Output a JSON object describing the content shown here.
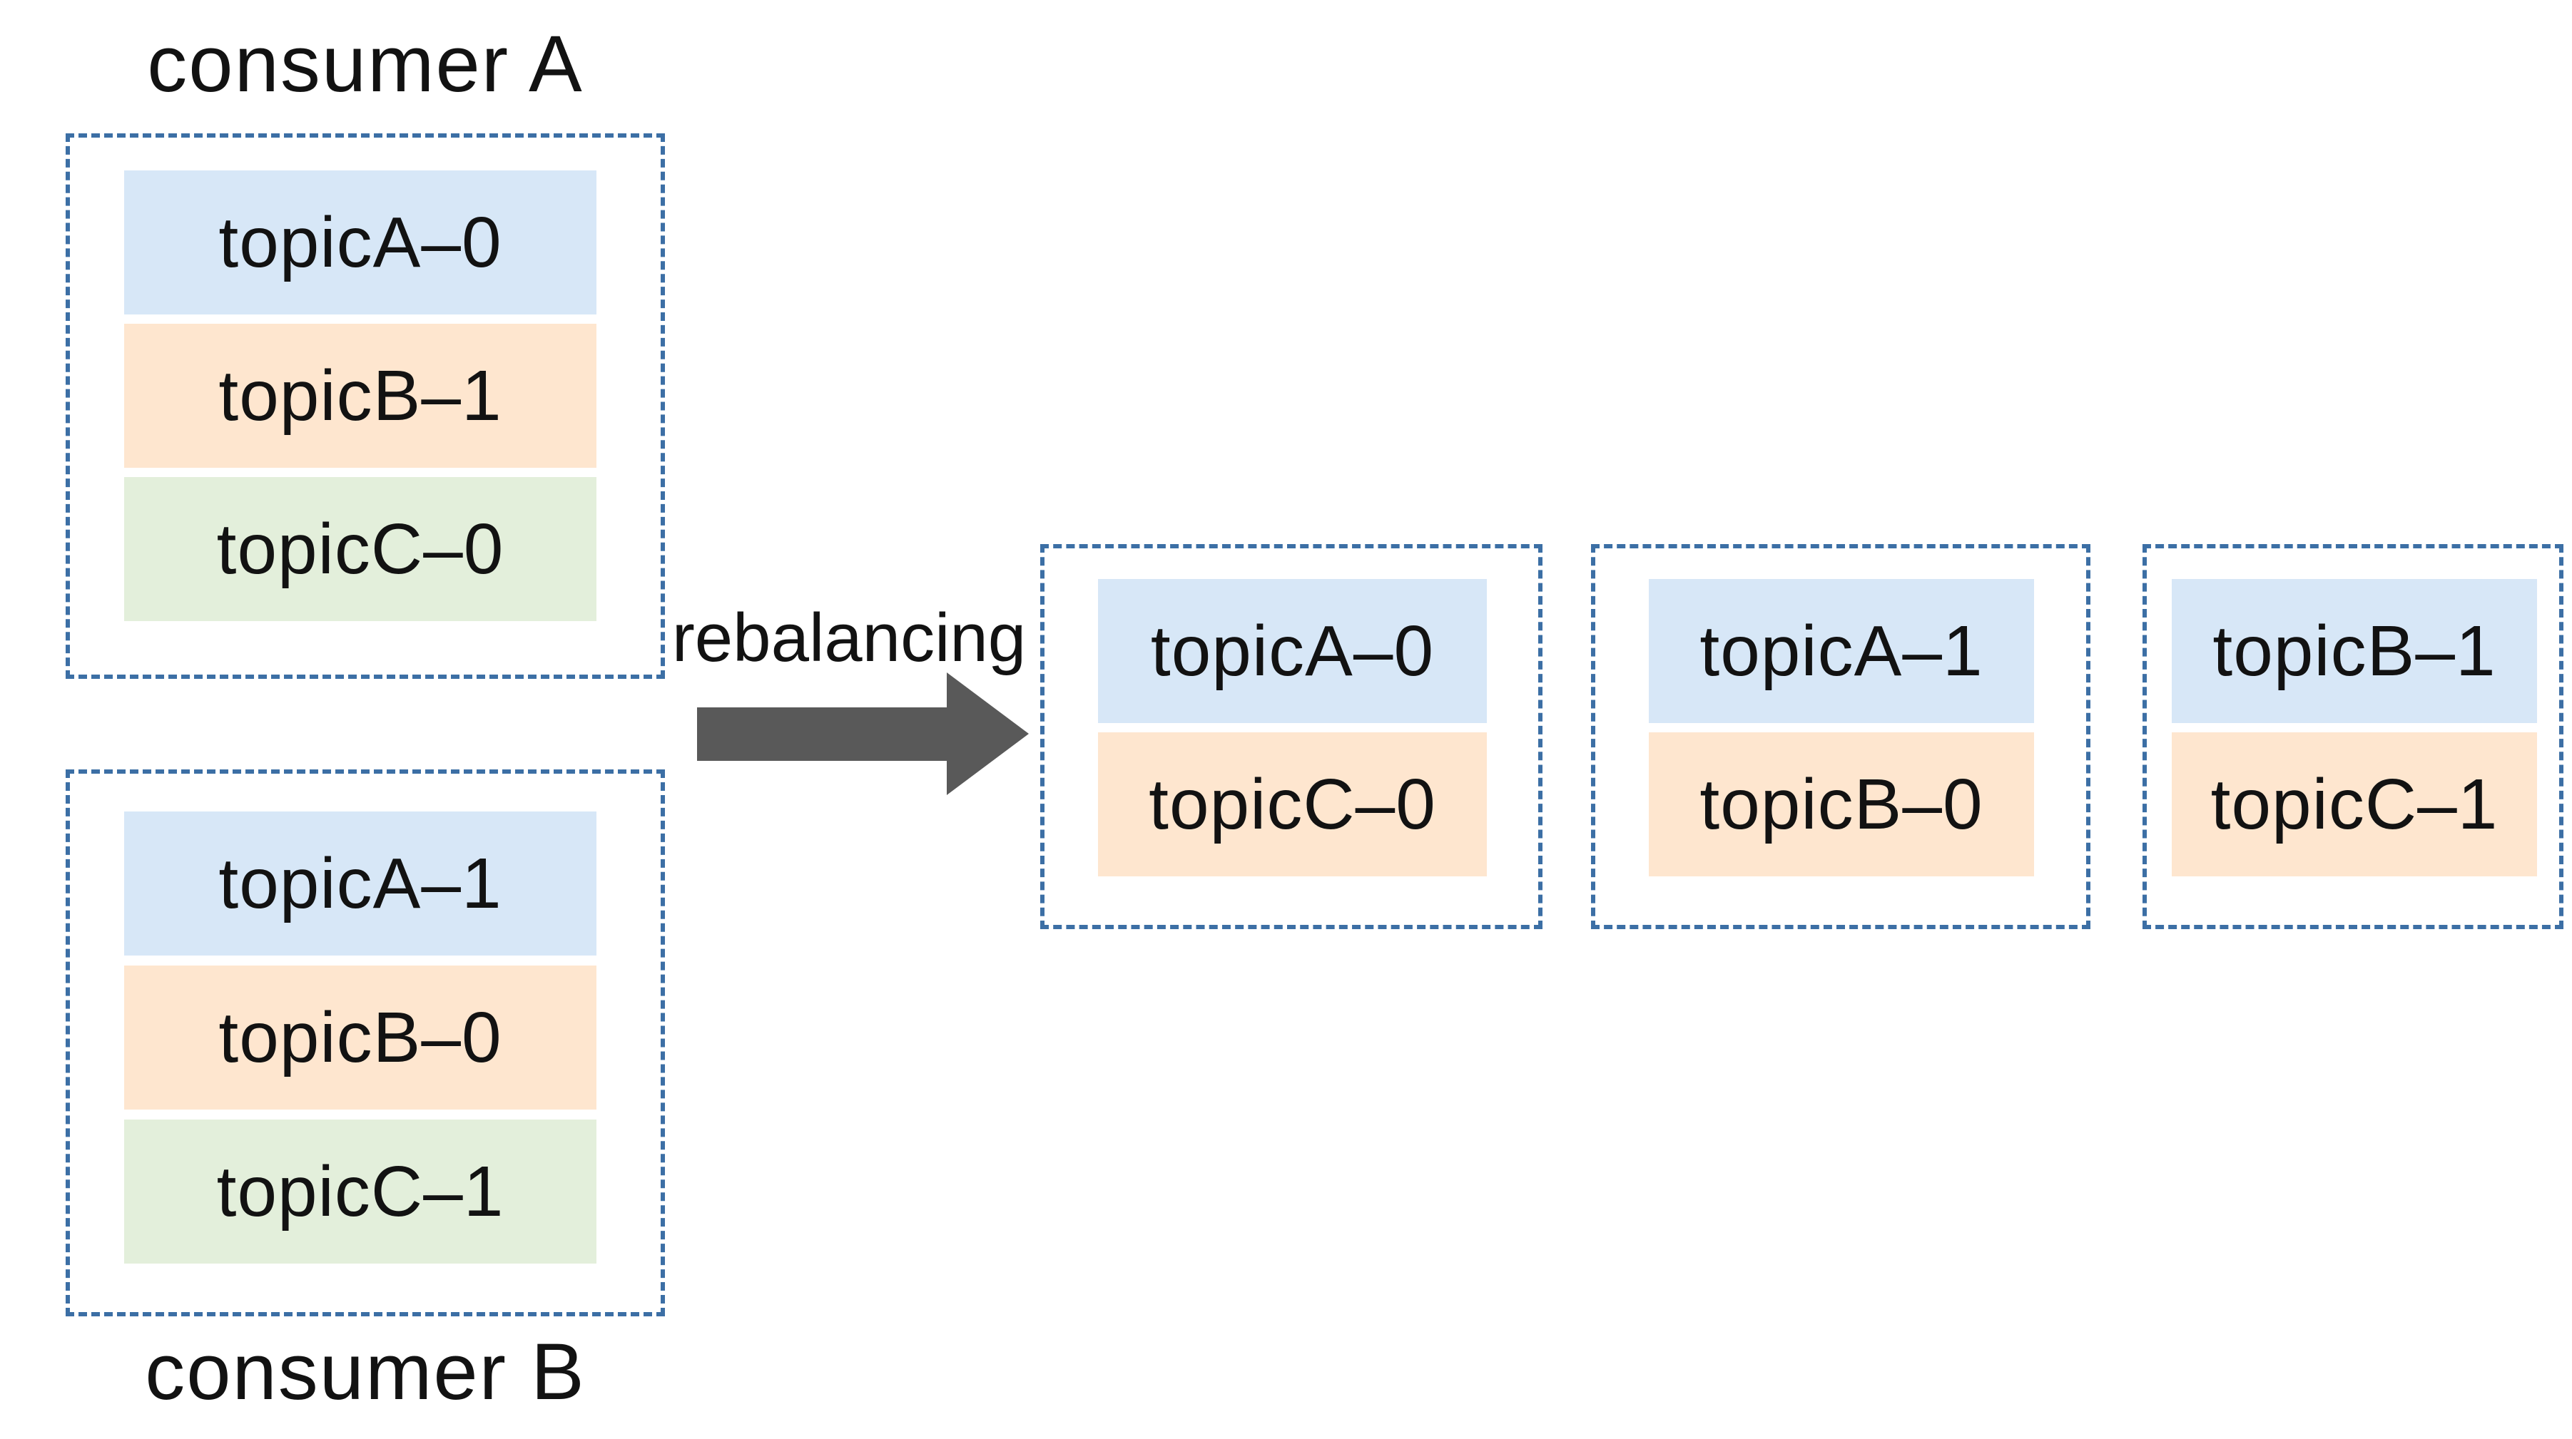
{
  "diagram": {
    "rebalancing_label": "rebalancing",
    "colors": {
      "partition_blue": "#d7e7f7",
      "partition_orange": "#fee6cf",
      "partition_green": "#e3efdb",
      "box_border": "#3c6fa5",
      "arrow_gray": "#595959",
      "text": "#121212"
    },
    "before": [
      {
        "title": "consumer A",
        "partitions": [
          {
            "label": "topicA–0",
            "color": "blue"
          },
          {
            "label": "topicB–1",
            "color": "orange"
          },
          {
            "label": "topicC–0",
            "color": "green"
          }
        ]
      },
      {
        "title": "consumer B",
        "partitions": [
          {
            "label": "topicA–1",
            "color": "blue"
          },
          {
            "label": "topicB–0",
            "color": "orange"
          },
          {
            "label": "topicC–1",
            "color": "green"
          }
        ]
      }
    ],
    "after": [
      {
        "partitions": [
          {
            "label": "topicA–0",
            "color": "blue"
          },
          {
            "label": "topicC–0",
            "color": "orange"
          }
        ]
      },
      {
        "partitions": [
          {
            "label": "topicA–1",
            "color": "blue"
          },
          {
            "label": "topicB–0",
            "color": "orange"
          }
        ]
      },
      {
        "partitions": [
          {
            "label": "topicB–1",
            "color": "blue"
          },
          {
            "label": "topicC–1",
            "color": "orange"
          }
        ]
      }
    ]
  }
}
